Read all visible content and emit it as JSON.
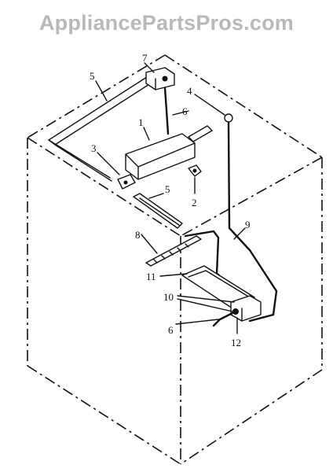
{
  "watermark": "AppliancePartsPros.com",
  "callouts": [
    {
      "id": "1",
      "label": "1"
    },
    {
      "id": "2",
      "label": "2"
    },
    {
      "id": "3",
      "label": "3"
    },
    {
      "id": "4",
      "label": "4"
    },
    {
      "id": "5a",
      "label": "5"
    },
    {
      "id": "5b",
      "label": "5"
    },
    {
      "id": "6a",
      "label": "6"
    },
    {
      "id": "6b",
      "label": "6"
    },
    {
      "id": "7",
      "label": "7"
    },
    {
      "id": "8",
      "label": "8"
    },
    {
      "id": "9",
      "label": "9"
    },
    {
      "id": "10",
      "label": "10"
    },
    {
      "id": "11",
      "label": "11"
    },
    {
      "id": "12",
      "label": "12"
    }
  ]
}
